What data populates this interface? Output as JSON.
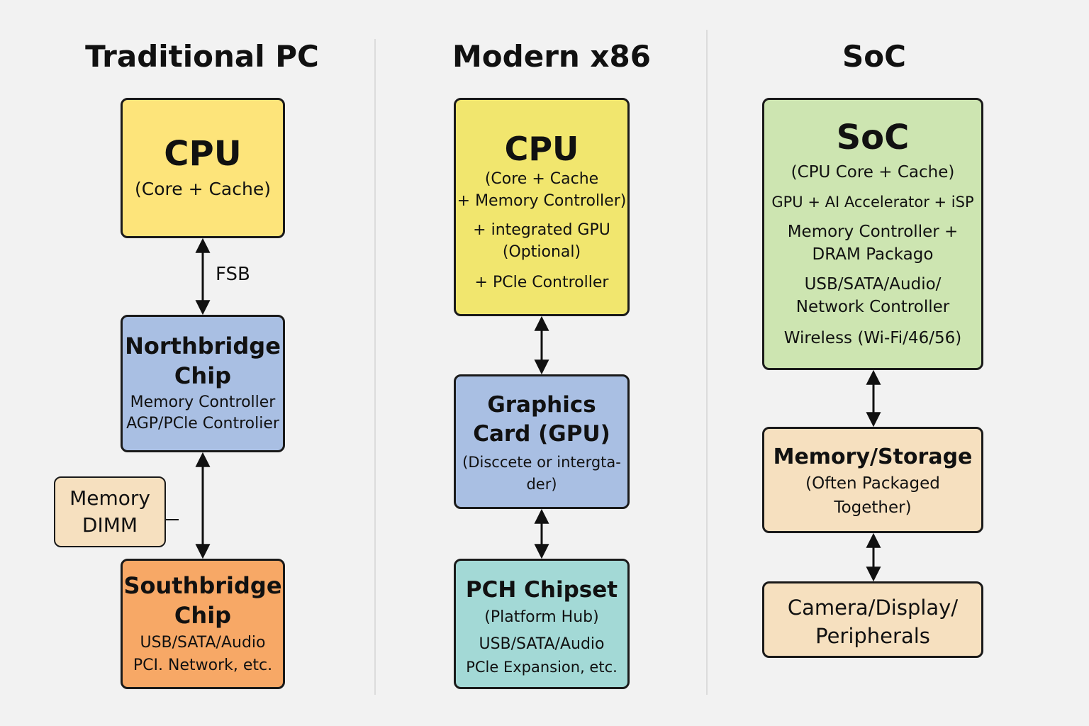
{
  "columns": [
    {
      "title": "Traditional PC",
      "cpu": {
        "title": "CPU",
        "lines": [
          "(Core + Cache)"
        ]
      },
      "fsb_label": "FSB",
      "northbridge": {
        "title_lines": [
          "Northbridge",
          "Chip"
        ],
        "lines": [
          "Memory Controller",
          "AGP/PCle Controlier"
        ]
      },
      "memory": {
        "lines": [
          "Memory",
          "DIMM"
        ]
      },
      "southbridge": {
        "title_lines": [
          "Southbridge",
          "Chip"
        ],
        "lines": [
          "USB/SATA/Audio",
          "PCI. Network, etc."
        ]
      }
    },
    {
      "title": "Modern x86",
      "cpu": {
        "title": "CPU",
        "lines": [
          "(Core + Cache",
          "+ Memory Controller)",
          "+ integrated GPU",
          "(Optional)",
          "+ PCle Controller"
        ]
      },
      "gpu": {
        "title_lines": [
          "Graphics",
          "Card (GPU)"
        ],
        "lines": [
          "(Disccete or intergta-",
          "der)"
        ]
      },
      "pch": {
        "title": "PCH Chipset",
        "lines": [
          "(Platform Hub)",
          "USB/SATA/Audio",
          "PCle Expansion, etc."
        ]
      }
    },
    {
      "title": "SoC",
      "soc": {
        "title": "SoC",
        "lines": [
          "(CPU Core + Cache)",
          "GPU + AI Accelerator + iSP",
          "Memory Controller +",
          "DRAM Packago",
          "USB/SATA/Audio/",
          "Network Controller",
          "Wireless (Wi-Fi/46/56)"
        ]
      },
      "memory_storage": {
        "title": "Memory/Storage",
        "lines": [
          "(Often Packaged",
          "Together)"
        ]
      },
      "peripherals": {
        "lines": [
          "Camera/Display/",
          "Peripherals"
        ]
      }
    }
  ]
}
